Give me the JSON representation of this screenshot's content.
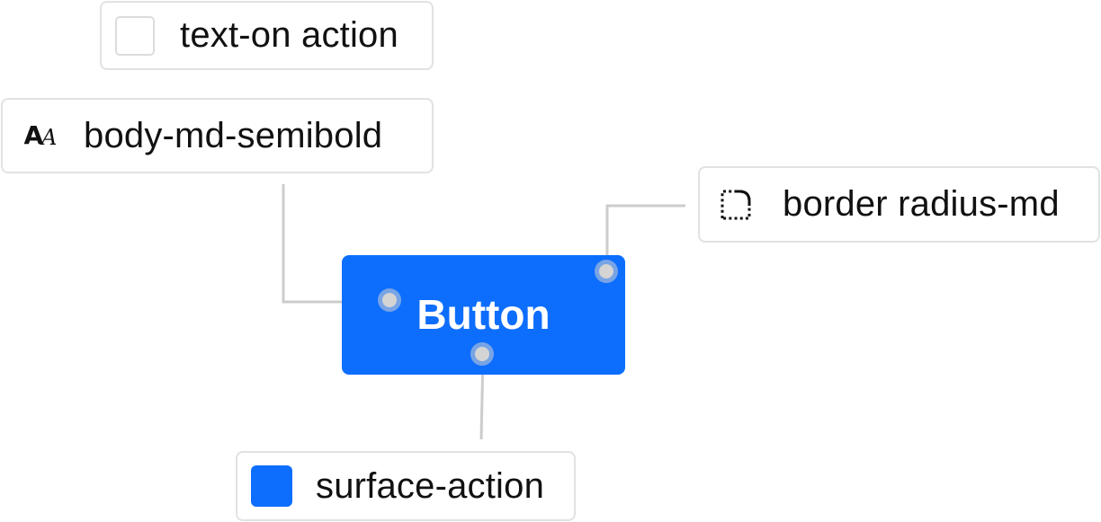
{
  "colors": {
    "surface_action": "#0d6efd",
    "text_on_action": "#ffffff",
    "connector": "#cccccc",
    "anchor": "#d4d4d4"
  },
  "button": {
    "label": "Button"
  },
  "tokens": {
    "text_on": {
      "label": "text-on action",
      "icon": "white-swatch-icon"
    },
    "typography": {
      "label": "body-md-semibold",
      "icon": "typography-icon",
      "icon_glyph_big": "A",
      "icon_glyph_small": "A"
    },
    "radius": {
      "label": "border radius-md",
      "icon": "border-radius-icon"
    },
    "surface": {
      "label": "surface-action",
      "icon": "blue-swatch-icon"
    }
  }
}
